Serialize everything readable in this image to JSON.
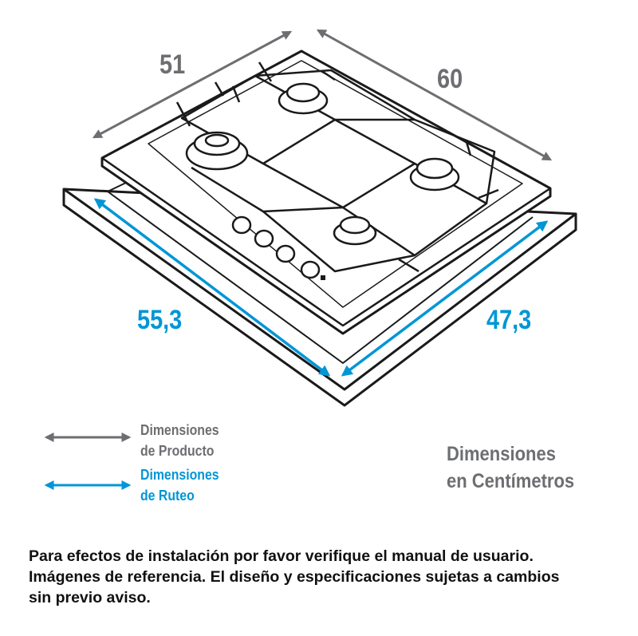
{
  "dimensions": {
    "product_width": "51",
    "product_depth": "60",
    "routing_width": "55,3",
    "routing_depth": "47,3"
  },
  "legend": {
    "product_line1": "Dimensiones",
    "product_line2": "de Producto",
    "routing_line1": "Dimensiones",
    "routing_line2": "de Ruteo"
  },
  "units": {
    "line1": "Dimensiones",
    "line2": "en Centímetros"
  },
  "note": {
    "line1": "Para efectos de instalación por favor verifique el manual de usuario.",
    "line2": "Imágenes de referencia. El diseño y especificaciones sujetas a  cambios",
    "line3": "sin previo aviso."
  },
  "colors": {
    "product": "#6d6e71",
    "routing": "#0096d6",
    "outline": "#1a1a1a"
  }
}
